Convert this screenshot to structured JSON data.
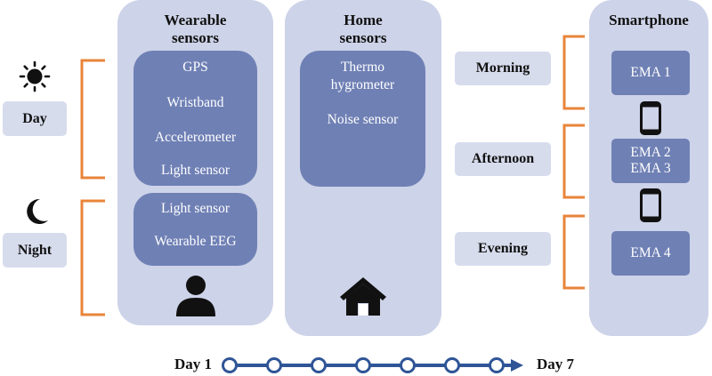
{
  "wearable": {
    "title_line1": "Wearable",
    "title_line2": "sensors",
    "day_items": [
      "GPS",
      "Wristband",
      "Accelerometer",
      "Light sensor"
    ],
    "night_items": [
      "Light sensor",
      "Wearable EEG"
    ],
    "icon": "person-icon"
  },
  "home": {
    "title_line1": "Home",
    "title_line2": "sensors",
    "item1_line1": "Thermo",
    "item1_line2": "hygrometer",
    "item2": "Noise sensor",
    "icon": "house-icon"
  },
  "smartphone": {
    "title": "Smartphone",
    "ema": [
      {
        "line1": "EMA  1",
        "line2": ""
      },
      {
        "line1": "EMA 2",
        "line2": "EMA 3"
      },
      {
        "line1": "EMA 4",
        "line2": ""
      }
    ],
    "icon": "phone-icon"
  },
  "periods": {
    "day": "Day",
    "night": "Night",
    "day_icon": "sun-icon",
    "night_icon": "moon-icon"
  },
  "times": {
    "morning": "Morning",
    "afternoon": "Afternoon",
    "evening": "Evening"
  },
  "timeline": {
    "start": "Day 1",
    "end": "Day 7",
    "nodes": 7
  },
  "colors": {
    "panel": "#cdd3e8",
    "inner": "#6f80b5",
    "bracket": "#e8843a",
    "timeline": "#2f5597"
  }
}
